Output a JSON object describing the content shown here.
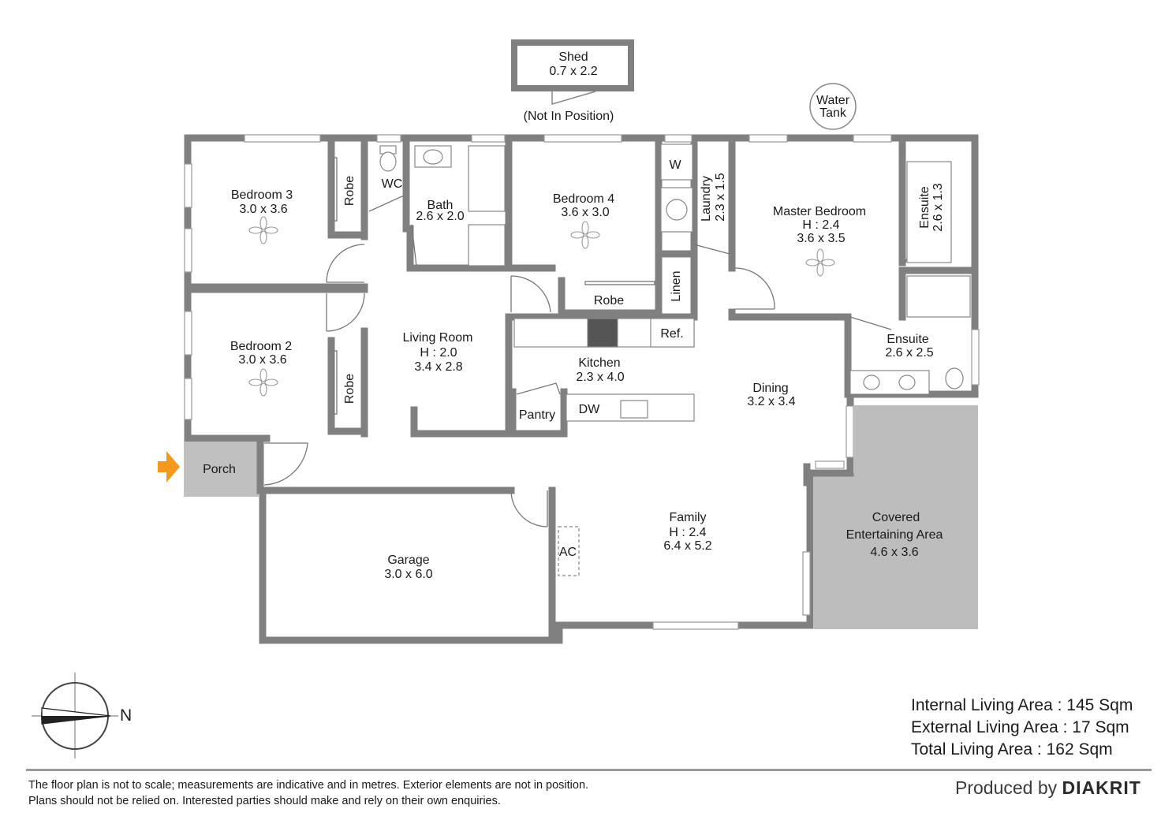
{
  "rooms": {
    "shed": {
      "name": "Shed",
      "size": "0.7 x 2.2",
      "note": "(Not In Position)"
    },
    "water_tank": {
      "line1": "Water",
      "line2": "Tank"
    },
    "bedroom3": {
      "name": "Bedroom 3",
      "size": "3.0 x 3.6"
    },
    "robe_b3": "Robe",
    "wc": "WC",
    "bath": {
      "name": "Bath",
      "size": "2.6 x 2.0"
    },
    "bedroom4": {
      "name": "Bedroom 4",
      "size": "3.6 x 3.0"
    },
    "robe_b4": "Robe",
    "w": "W",
    "laundry": {
      "name": "Laundry",
      "size": "2.3 x 1.5"
    },
    "linen": "Linen",
    "master": {
      "name": "Master Bedroom",
      "height": "H : 2.4",
      "size": "3.6 x 3.5"
    },
    "ensuite1": {
      "name": "Ensuite",
      "size": "2.6 x 1.3"
    },
    "ensuite2": {
      "name": "Ensuite",
      "size": "2.6 x 2.5"
    },
    "bedroom2": {
      "name": "Bedroom 2",
      "size": "3.0 x 3.6"
    },
    "robe_b2": "Robe",
    "living": {
      "name": "Living Room",
      "height": "H : 2.0",
      "size": "3.4 x 2.8"
    },
    "kitchen": {
      "name": "Kitchen",
      "size": "2.3 x 4.0"
    },
    "ref": "Ref.",
    "pantry": "Pantry",
    "dw": "DW",
    "dining": {
      "name": "Dining",
      "size": "3.2 x 3.4"
    },
    "porch": "Porch",
    "garage": {
      "name": "Garage",
      "size": "3.0 x 6.0"
    },
    "ac": "AC",
    "family": {
      "name": "Family",
      "height": "H : 2.4",
      "size": "6.4 x 5.2"
    },
    "covered": {
      "line1": "Covered",
      "line2": "Entertaining Area",
      "size": "4.6 x 3.6"
    }
  },
  "compass": {
    "label": "N"
  },
  "areas": {
    "internal": "Internal Living Area : 145 Sqm",
    "external": "External Living Area : 17 Sqm",
    "total": "Total Living Area : 162 Sqm"
  },
  "footer": {
    "disclaimer_line1": "The floor plan is not to scale; measurements are indicative and in metres. Exterior elements are not in position.",
    "disclaimer_line2": "Plans should not be relied on. Interested parties should make and rely on their own enquiries.",
    "produced_by": "Produced by",
    "brand": "DIAKRIT"
  },
  "colors": {
    "wall": "#808080",
    "covered_fill": "#bdbdbd",
    "porch_fill": "#c0c0c0",
    "entry_arrow": "#f39a1e"
  }
}
